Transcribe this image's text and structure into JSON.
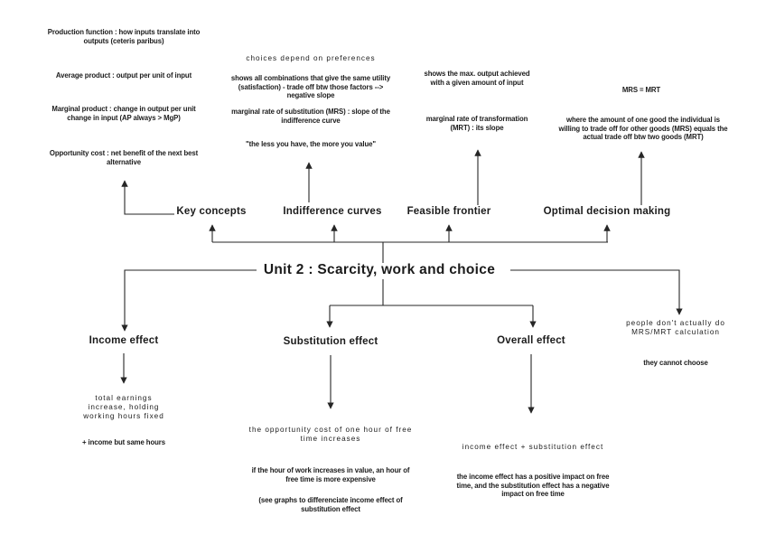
{
  "root": {
    "label": "Unit 2 : Scarcity, work and choice"
  },
  "top_branches": [
    {
      "label": "Key concepts",
      "notes": [
        "Production function : how inputs translate into\noutputs (ceteris paribus)",
        "Average product : output per unit of input",
        "Marginal product : change in output per unit\nchange in input (AP always > MgP)",
        "Opportunity cost : net benefit of the next best\nalternative"
      ]
    },
    {
      "label": "Indifference curves",
      "notes": [
        "choices depend on preferences",
        "shows all combinations that give the same utility\n(satisfaction) - trade off btw those factors -->\nnegative slope",
        "marginal rate of substitution (MRS) : slope of the\nindifference curve",
        "\"the less you have, the more you value\""
      ]
    },
    {
      "label": "Feasible frontier",
      "notes": [
        "shows the max. output achieved\nwith a given amount of input",
        "marginal rate of transformation\n(MRT) : its slope"
      ]
    },
    {
      "label": "Optimal decision making",
      "notes": [
        "MRS = MRT",
        "where the amount of one good the individual is\nwilling to trade off for other goods (MRS) equals the\nactual trade off btw two goods (MRT)"
      ]
    }
  ],
  "bottom_branches": [
    {
      "label": "Income effect",
      "notes": [
        "total earnings\nincrease, holding\nworking hours fixed",
        "+ income but same hours"
      ]
    },
    {
      "label": "Substitution effect",
      "notes": [
        "the opportunity cost of one hour of free\ntime increases",
        "if the hour of work increases in value, an hour of\nfree time is more expensive",
        "(see graphs to differenciate income effect of\nsubstitution effect"
      ]
    },
    {
      "label": "Overall effect",
      "notes": [
        "income effect + substitution effect",
        "the income effect has a positive impact on free\ntime, and the substitution effect has a negative\nimpact on free time"
      ]
    },
    {
      "notes": [
        "people don't actually do\nMRS/MRT calculation",
        "they cannot choose"
      ]
    }
  ],
  "colors": {
    "ink": "#1b1b1b",
    "background": "#ffffff"
  }
}
